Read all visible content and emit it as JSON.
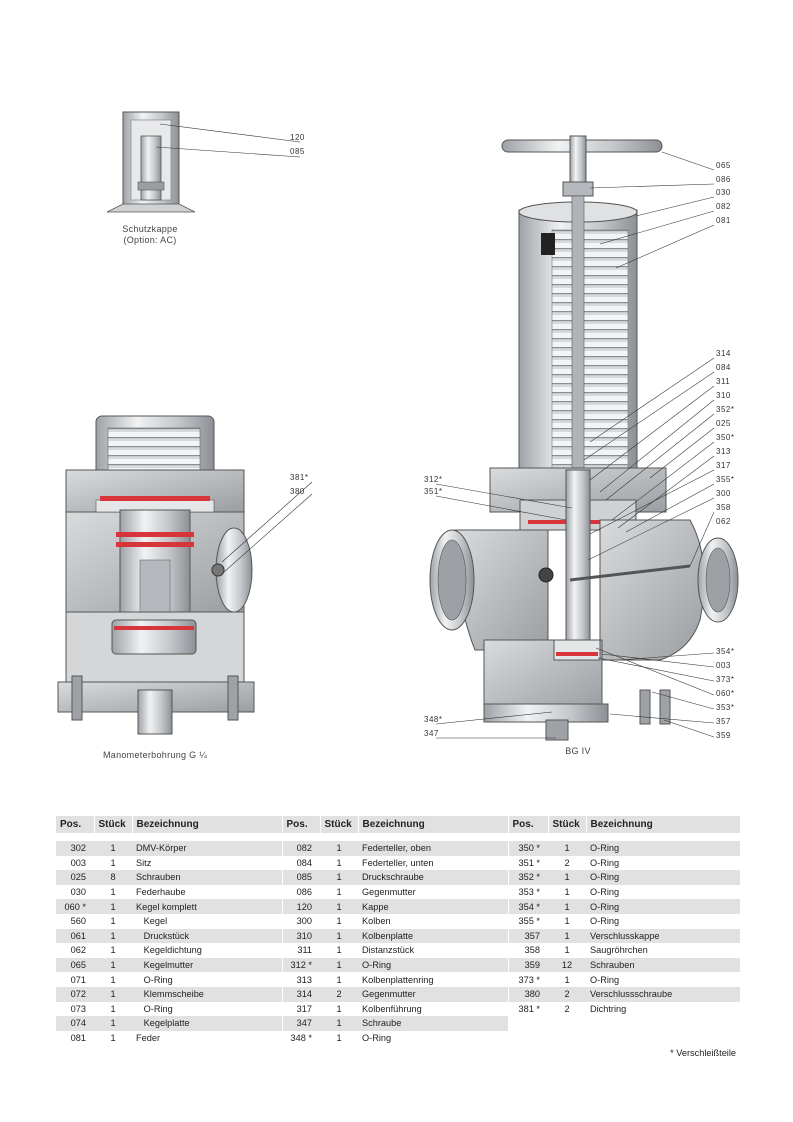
{
  "callouts_top_left": [
    "120",
    "085"
  ],
  "callouts_manometer": [
    "381*",
    "380"
  ],
  "callouts_main_right": [
    "065",
    "086",
    "030",
    "082",
    "081",
    "314",
    "084",
    "311",
    "310",
    "352*",
    "025",
    "350*",
    "313",
    "317",
    "355*",
    "300",
    "358",
    "062",
    "354*",
    "003",
    "373*",
    "060*",
    "353*",
    "357",
    "359"
  ],
  "callouts_main_left": [
    "312*",
    "351*",
    "348*",
    "347"
  ],
  "captions": {
    "cap_line1": "Schutzkappe",
    "cap_line2": "(Option: AC)",
    "manometer": "Manometerbohrung G ¼",
    "bg": "BG IV"
  },
  "drawing_colors": {
    "steel": "#c9ccd0",
    "steel_dark": "#8d9196",
    "red_seal": "#d8353a",
    "cast": "#b9bcbf"
  },
  "table": {
    "headers": [
      "Pos.",
      "Stück",
      "Bezeichnung",
      "Pos.",
      "Stück",
      "Bezeichnung",
      "Pos.",
      "Stück",
      "Bezeichnung"
    ],
    "rows": [
      [
        "302",
        "1",
        "DMV-Körper",
        "082",
        "1",
        "Federteller, oben",
        "350 *",
        "1",
        "O-Ring"
      ],
      [
        "003",
        "1",
        "Sitz",
        "084",
        "1",
        "Federteller, unten",
        "351 *",
        "2",
        "O-Ring"
      ],
      [
        "025",
        "8",
        "Schrauben",
        "085",
        "1",
        "Druckschraube",
        "352 *",
        "1",
        "O-Ring"
      ],
      [
        "030",
        "1",
        "Federhaube",
        "086",
        "1",
        "Gegenmutter",
        "353 *",
        "1",
        "O-Ring"
      ],
      [
        "060 *",
        "1",
        "Kegel komplett",
        "120",
        "1",
        "Kappe",
        "354 *",
        "1",
        "O-Ring"
      ],
      [
        "560",
        "1",
        "   Kegel",
        "300",
        "1",
        "Kolben",
        "355 *",
        "1",
        "O-Ring"
      ],
      [
        "061",
        "1",
        "   Druckstück",
        "310",
        "1",
        "Kolbenplatte",
        "357",
        "1",
        "Verschlusskappe"
      ],
      [
        "062",
        "1",
        "   Kegeldichtung",
        "311",
        "1",
        "Distanzstück",
        "358",
        "1",
        "Saugröhrchen"
      ],
      [
        "065",
        "1",
        "   Kegelmutter",
        "312 *",
        "1",
        "O-Ring",
        "359",
        "12",
        "Schrauben"
      ],
      [
        "071",
        "1",
        "   O-Ring",
        "313",
        "1",
        "Kolbenplattenring",
        "373 *",
        "1",
        "O-Ring"
      ],
      [
        "072",
        "1",
        "   Klemmscheibe",
        "314",
        "2",
        "Gegenmutter",
        "380",
        "2",
        "Verschlussschraube"
      ],
      [
        "073",
        "1",
        "   O-Ring",
        "317",
        "1",
        "Kolbenführung",
        "381 *",
        "2",
        "Dichtring"
      ],
      [
        "074",
        "1",
        "   Kegelplatte",
        "347",
        "1",
        "Schraube",
        "",
        "",
        ""
      ],
      [
        "081",
        "1",
        "Feder",
        "348 *",
        "1",
        "O-Ring",
        "",
        "",
        ""
      ]
    ],
    "footnote": "* Verschleißteile"
  }
}
